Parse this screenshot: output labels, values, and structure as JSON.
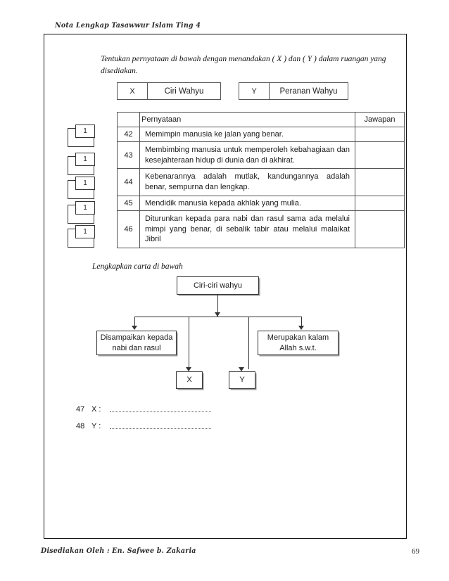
{
  "header": {
    "running_head": "Nota Lengkap Tasawwur Islam Ting 4"
  },
  "footer": {
    "prepared_by": "Disediakan Oleh : En. Safwee b. Zakaria",
    "page_number": "69"
  },
  "instructions": {
    "main": "Tentukan pernyataan di bawah dengan menandakan ( X ) dan ( Y ) dalam ruangan yang disediakan.",
    "chart": "Lengkapkan carta di bawah"
  },
  "legend": [
    {
      "key": "X",
      "value": "Ciri Wahyu"
    },
    {
      "key": "Y",
      "value": "Peranan Wahyu"
    }
  ],
  "table": {
    "headers": {
      "blank": "",
      "statement": "Pernyataan",
      "answer": "Jawapan"
    },
    "rows": [
      {
        "marker": "1",
        "no": "42",
        "statement": "Memimpin manusia ke jalan yang benar.",
        "answer": ""
      },
      {
        "marker": "1",
        "no": "43",
        "statement": "Membimbing manusia untuk memperoleh kebahagiaan dan kesejahteraan hidup di dunia dan di akhirat.",
        "answer": ""
      },
      {
        "marker": "1",
        "no": "44",
        "statement": "Kebenarannya adalah mutlak, kandungannya adalah benar, sempurna dan lengkap.",
        "answer": ""
      },
      {
        "marker": "1",
        "no": "45",
        "statement": "Mendidik manusia kepada akhlak yang mulia.",
        "answer": ""
      },
      {
        "marker": "1",
        "no": "46",
        "statement": "Diturunkan kepada para nabi dan rasul sama ada melalui mimpi yang benar, di sebalik tabir atau melalui malaikat Jibril",
        "answer": ""
      }
    ]
  },
  "flowchart": {
    "root": "Ciri-ciri wahyu",
    "children": [
      {
        "label": "Disampaikan kepada nabi dan rasul"
      },
      {
        "label": "X"
      },
      {
        "label": "Y"
      },
      {
        "label": "Merupakan kalam Allah s.w.t."
      }
    ]
  },
  "answers": [
    {
      "no": "47",
      "label": "X :",
      "value": ""
    },
    {
      "no": "48",
      "label": "Y :",
      "value": ""
    }
  ]
}
